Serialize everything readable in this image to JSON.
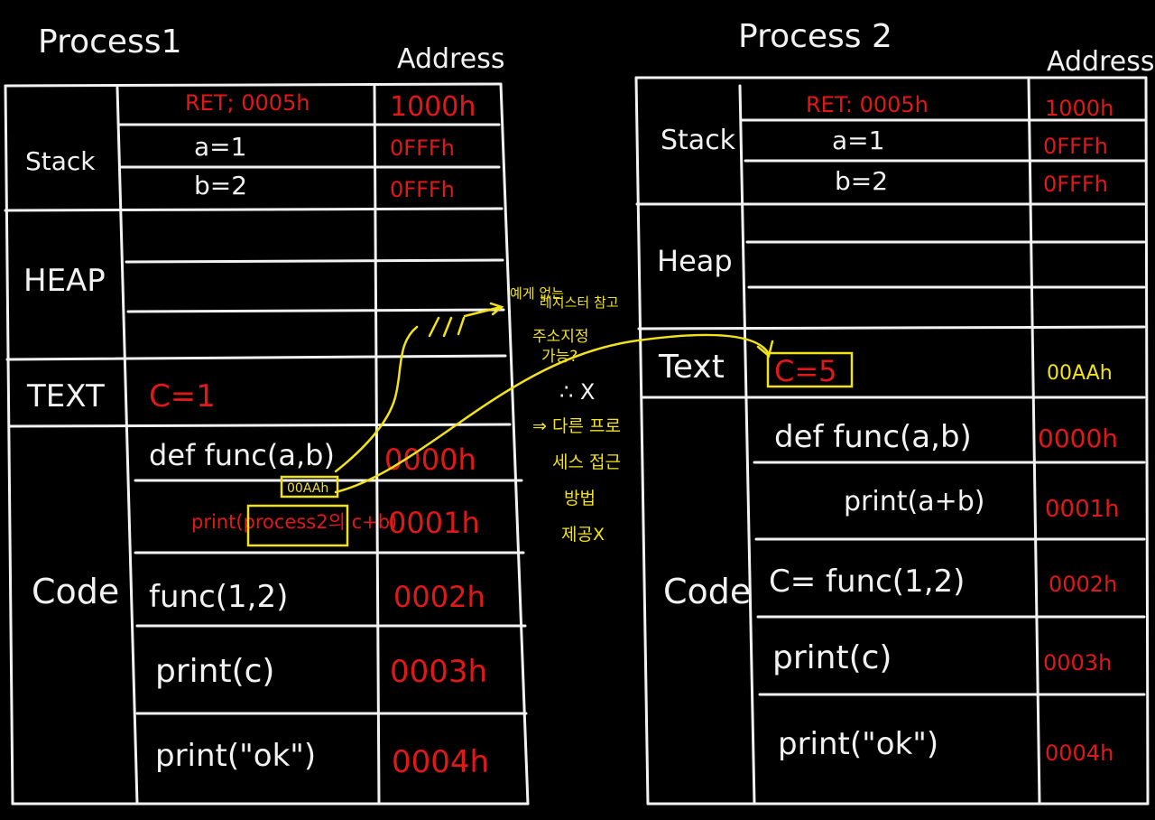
{
  "process1": {
    "title": "Process1",
    "address_header": "Address",
    "sections": {
      "stack": "Stack",
      "heap": "HEAP",
      "text": "TEXT",
      "code": "Code"
    },
    "stack_rows": [
      {
        "content": "RET; 0005h",
        "address": "1000h"
      },
      {
        "content": "a=1",
        "address": "0FFFh"
      },
      {
        "content": "b=2",
        "address": "0FFFh"
      }
    ],
    "text_value": "C=1",
    "code_rows": [
      {
        "content": "def func(a,b)",
        "address": "0000h"
      },
      {
        "content": "print(process2의 c+b)",
        "address": "0001h"
      },
      {
        "content": "func(1,2)",
        "address": "0002h"
      },
      {
        "content": "print(c)",
        "address": "0003h"
      },
      {
        "content": "print(\"ok\")",
        "address": "0004h"
      }
    ],
    "pointer_box": "00AAh"
  },
  "process2": {
    "title": "Process 2",
    "address_header": "Address",
    "sections": {
      "stack": "Stack",
      "heap": "Heap",
      "text": "Text",
      "code": "Code"
    },
    "stack_rows": [
      {
        "content": "RET: 0005h",
        "address": "1000h"
      },
      {
        "content": "a=1",
        "address": "0FFFh"
      },
      {
        "content": "b=2",
        "address": "0FFFh"
      }
    ],
    "text_value": "C=5",
    "text_address": "00AAh",
    "code_rows": [
      {
        "content": "def func(a,b)",
        "address": "0000h"
      },
      {
        "content": "print(a+b)",
        "address": "0001h"
      },
      {
        "content": "C= func(1,2)",
        "address": "0002h"
      },
      {
        "content": "print(c)",
        "address": "0003h"
      },
      {
        "content": "print(\"ok\")",
        "address": "0004h"
      }
    ]
  },
  "annotations": {
    "note1": [
      "예게 없는",
      "레지스터 참고"
    ],
    "note2": [
      "주소지정",
      "가능?"
    ],
    "note3": "∴ X",
    "note4": [
      "⇒ 다른 프로",
      "세스 접근",
      "방법",
      "제공X"
    ]
  },
  "colors": {
    "background": "#000000",
    "chalk": "#f2f2f2",
    "red": "#e01818",
    "yellow": "#f2e21a"
  }
}
